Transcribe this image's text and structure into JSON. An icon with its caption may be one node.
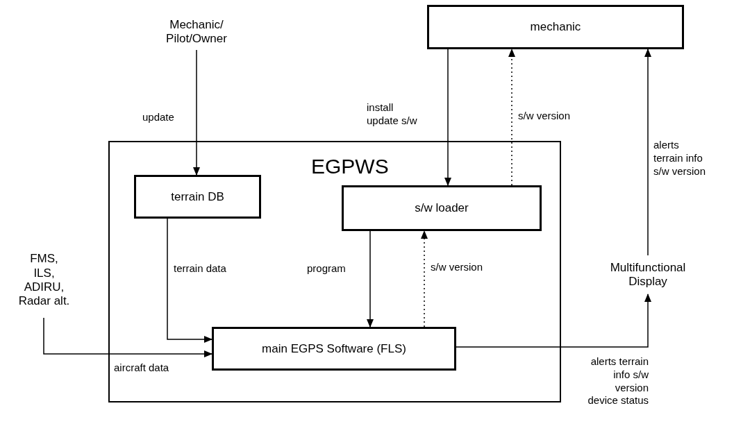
{
  "diagram": {
    "nodes": [
      {
        "text": [
          "Mechanic/ Pilot/Owner"
        ]
      },
      {
        "text": [
          "mechanic"
        ]
      },
      {
        "text": [
          "EGPWS"
        ]
      },
      {
        "text": [
          "terrain DB"
        ],
        "in": 2
      },
      {
        "text": [
          "s/w loader"
        ],
        "in": 2
      },
      {
        "text": [
          "main EGPS Software (FLS)"
        ],
        "in": 2
      },
      {
        "text": [
          "FMS, ILS, ADIRU, Radar alt."
        ]
      },
      {
        "text": [
          "Multifunctional Display"
        ]
      }
    ],
    "edges": [
      {
        "from": 0,
        "to": 3,
        "arrow": "to",
        "label": "update"
      },
      {
        "from": 1,
        "to": 4,
        "arrow": "to",
        "label": "install update s/w"
      },
      {
        "from": 4,
        "to": 1,
        "arrow": "to",
        "label": "s/w version",
        "style": "dashed"
      },
      {
        "from": 3,
        "to": 5,
        "arrow": "to",
        "label": "terrain data"
      },
      {
        "from": 6,
        "to": 5,
        "arrow": "to",
        "label": "aircraft data"
      },
      {
        "from": 4,
        "to": 5,
        "arrow": "to",
        "label": "program"
      },
      {
        "from": 5,
        "to": 4,
        "arrow": "to",
        "label": "s/w version",
        "style": "dashed"
      },
      {
        "from": 5,
        "to": 7,
        "arrow": "to",
        "label": "alerts terrain info s/w version device status"
      },
      {
        "from": 7,
        "to": 1,
        "arrow": "to",
        "label": "alerts terrain info s/w version"
      }
    ]
  }
}
